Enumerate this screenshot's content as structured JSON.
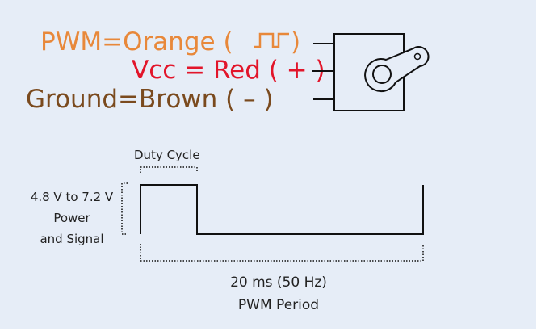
{
  "wires": [
    {
      "name": "PWM",
      "eq": "=",
      "color_name": "Orange",
      "symbol": "(⎍⎍)",
      "color": "#e8883a"
    },
    {
      "name": "Vcc",
      "eq": " = ",
      "color_name": "Red",
      "symbol": " ( + )",
      "color": "#e2152a"
    },
    {
      "name": "Ground",
      "eq": "=",
      "color_name": "Brown",
      "symbol": " ( – )",
      "color": "#7a4a1e"
    }
  ],
  "labels": {
    "pwm_line": "PWM=Orange (",
    "pwm_close": ")",
    "vcc_line": "Vcc = Red ( + )",
    "ground_line": "Ground=Brown ( – )",
    "duty_cycle": "Duty Cycle",
    "voltage_l1": "4.8 V to 7.2 V",
    "voltage_l2": "Power",
    "voltage_l3": "and Signal",
    "period_l1": "20 ms (50 Hz)",
    "period_l2": "PWM Period"
  },
  "colors": {
    "background": "#e6edf7",
    "stroke": "#111111",
    "text": "#222222"
  }
}
